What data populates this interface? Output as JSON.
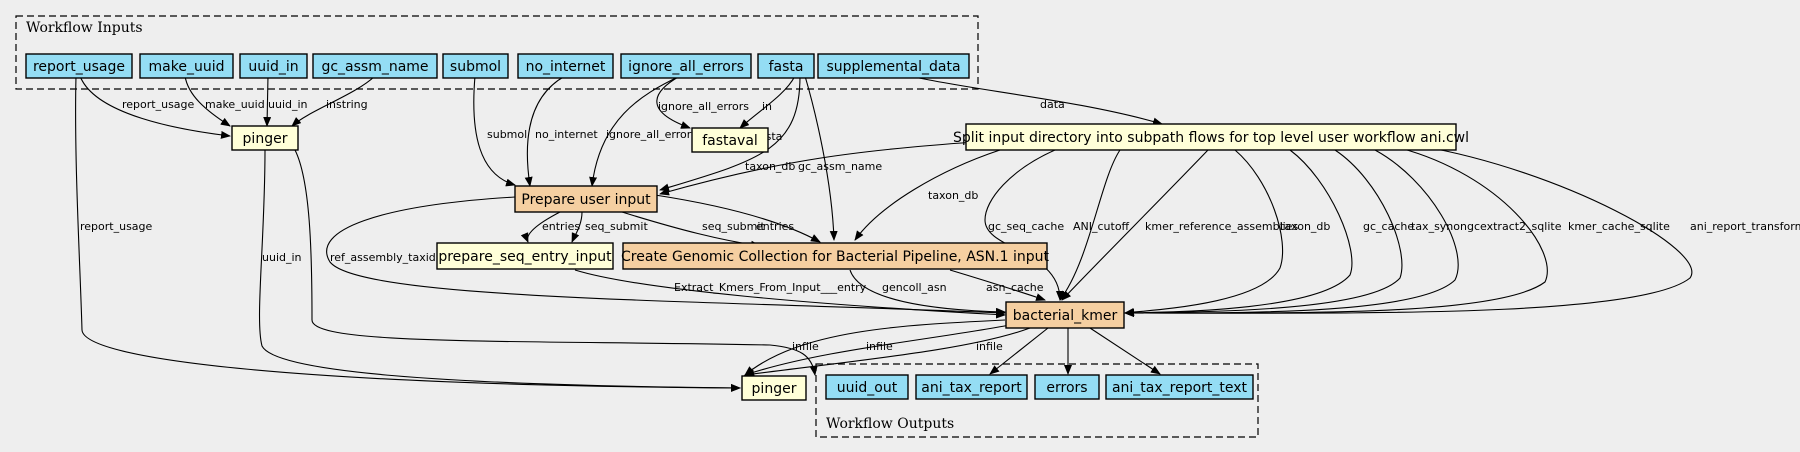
{
  "clusters": {
    "inputs": {
      "label": "Workflow Inputs"
    },
    "outputs": {
      "label": "Workflow Outputs"
    }
  },
  "nodes": {
    "report_usage": "report_usage",
    "make_uuid": "make_uuid",
    "uuid_in": "uuid_in",
    "gc_assm_name": "gc_assm_name",
    "submol": "submol",
    "no_internet": "no_internet",
    "ignore_all_errors": "ignore_all_errors",
    "fasta": "fasta",
    "supplemental_data": "supplemental_data",
    "pinger_top": "pinger",
    "fastaval": "fastaval",
    "split": "Split input directory into subpath flows for top level user workflow ani.cwl",
    "prepare": "Prepare user input",
    "prepare_seq": "prepare_seq_entry_input",
    "create_gc": "Create Genomic Collection for Bacterial Pipeline, ASN.1 input",
    "bacterial_kmer": "bacterial_kmer",
    "pinger_bottom": "pinger",
    "uuid_out": "uuid_out",
    "ani_tax_report": "ani_tax_report",
    "errors": "errors",
    "ani_tax_report_text": "ani_tax_report_text"
  },
  "edge_labels": {
    "report_usage_pinger": "report_usage",
    "make_uuid_pinger": "make_uuid",
    "uuid_in_pinger": "uuid_in",
    "gc_assm_name_pinger": "instring",
    "report_usage_bottom": "report_usage",
    "uuid_in_bottom": "uuid_in",
    "submol_prepare": "submol",
    "no_internet_prepare": "no_internet",
    "ignore_prepare": "ignore_all_errors",
    "ignore_fastaval": "ignore_all_errors",
    "fasta_fastaval": "in",
    "fasta_prepare": "fasta",
    "fasta_create": "gc_assm_name",
    "supplemental_split": "data",
    "split_prepare": "taxon_db",
    "split_create": "taxon_db",
    "split_gc_seq_cache": "gc_seq_cache",
    "split_ani_cutoff": "ANI_cutoff",
    "split_kmer_ref": "kmer_reference_assemblies",
    "split_taxon_db": "taxon_db",
    "split_gc_cache": "gc_cache",
    "split_tax_synon": "tax_synon",
    "split_gcextract": "gcextract2_sqlite",
    "split_kmer_cache": "kmer_cache_sqlite",
    "split_ani_transform": "ani_report_transform",
    "prepare_entries": "entries",
    "prepare_seq_submit": "seq_submit",
    "prepare_create_seq_submit": "seq_submit",
    "prepare_create_entries": "entries",
    "prepare_ref_assembly": "ref_assembly_taxid",
    "prepare_seq_kmer": "Extract_Kmers_From_Input___entry",
    "create_gencoll": "gencoll_asn",
    "create_asn_cache": "asn_cache",
    "kmer_infile_1": "infile",
    "kmer_infile_2": "infile",
    "kmer_infile_3": "infile"
  }
}
